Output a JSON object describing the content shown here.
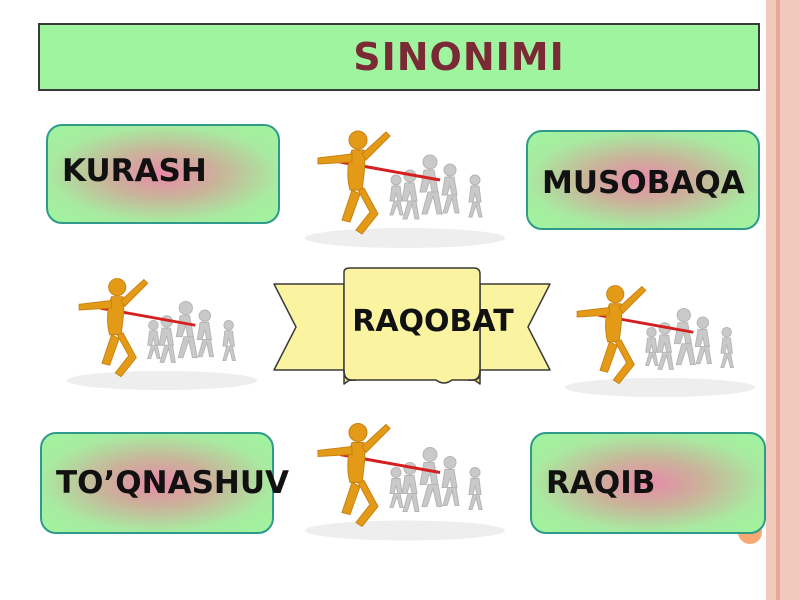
{
  "title": "SINONIMI",
  "center_word": "RAQOBAT",
  "synonyms": {
    "top_left": "KURASH",
    "top_right": "MUSOBAQA",
    "bottom_left": "TO’QNASHUV",
    "bottom_right": "RAQIB"
  },
  "colors": {
    "title_bg": "#9ff59f",
    "title_text": "#7a2a34",
    "card_border": "#2f9a8a",
    "card_glow": "#e88aa8",
    "scroll_fill": "#faf3a0",
    "accent_border": "#f2c9bd"
  },
  "icons": [
    "runner-winning-race-icon",
    "banner-scroll-icon"
  ]
}
